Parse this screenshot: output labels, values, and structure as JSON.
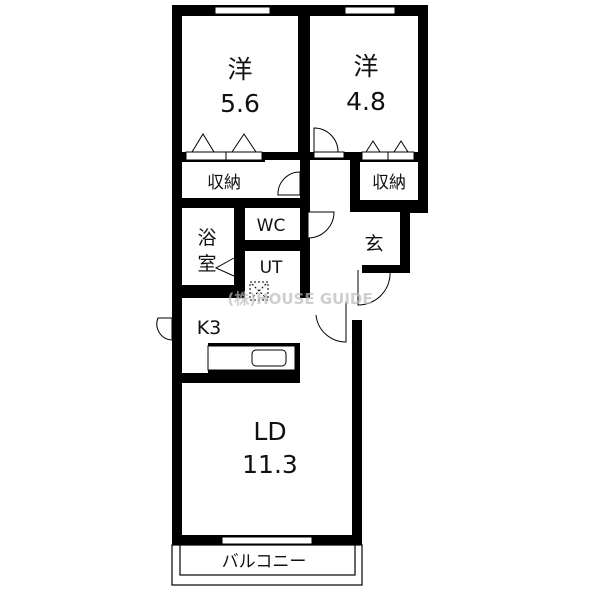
{
  "rooms": {
    "western1": {
      "label": "洋",
      "size": "5.6"
    },
    "western2": {
      "label": "洋",
      "size": "4.8"
    },
    "storage1": "収納",
    "storage2": "収納",
    "bath": {
      "line1": "浴",
      "line2": "室"
    },
    "wc": "WC",
    "ut": "UT",
    "entrance": "玄",
    "kitchen": "K3",
    "living": {
      "label": "LD",
      "size": "11.3"
    },
    "balcony": "バルコニー"
  },
  "watermark": "(株)HOUSE GUIDE"
}
